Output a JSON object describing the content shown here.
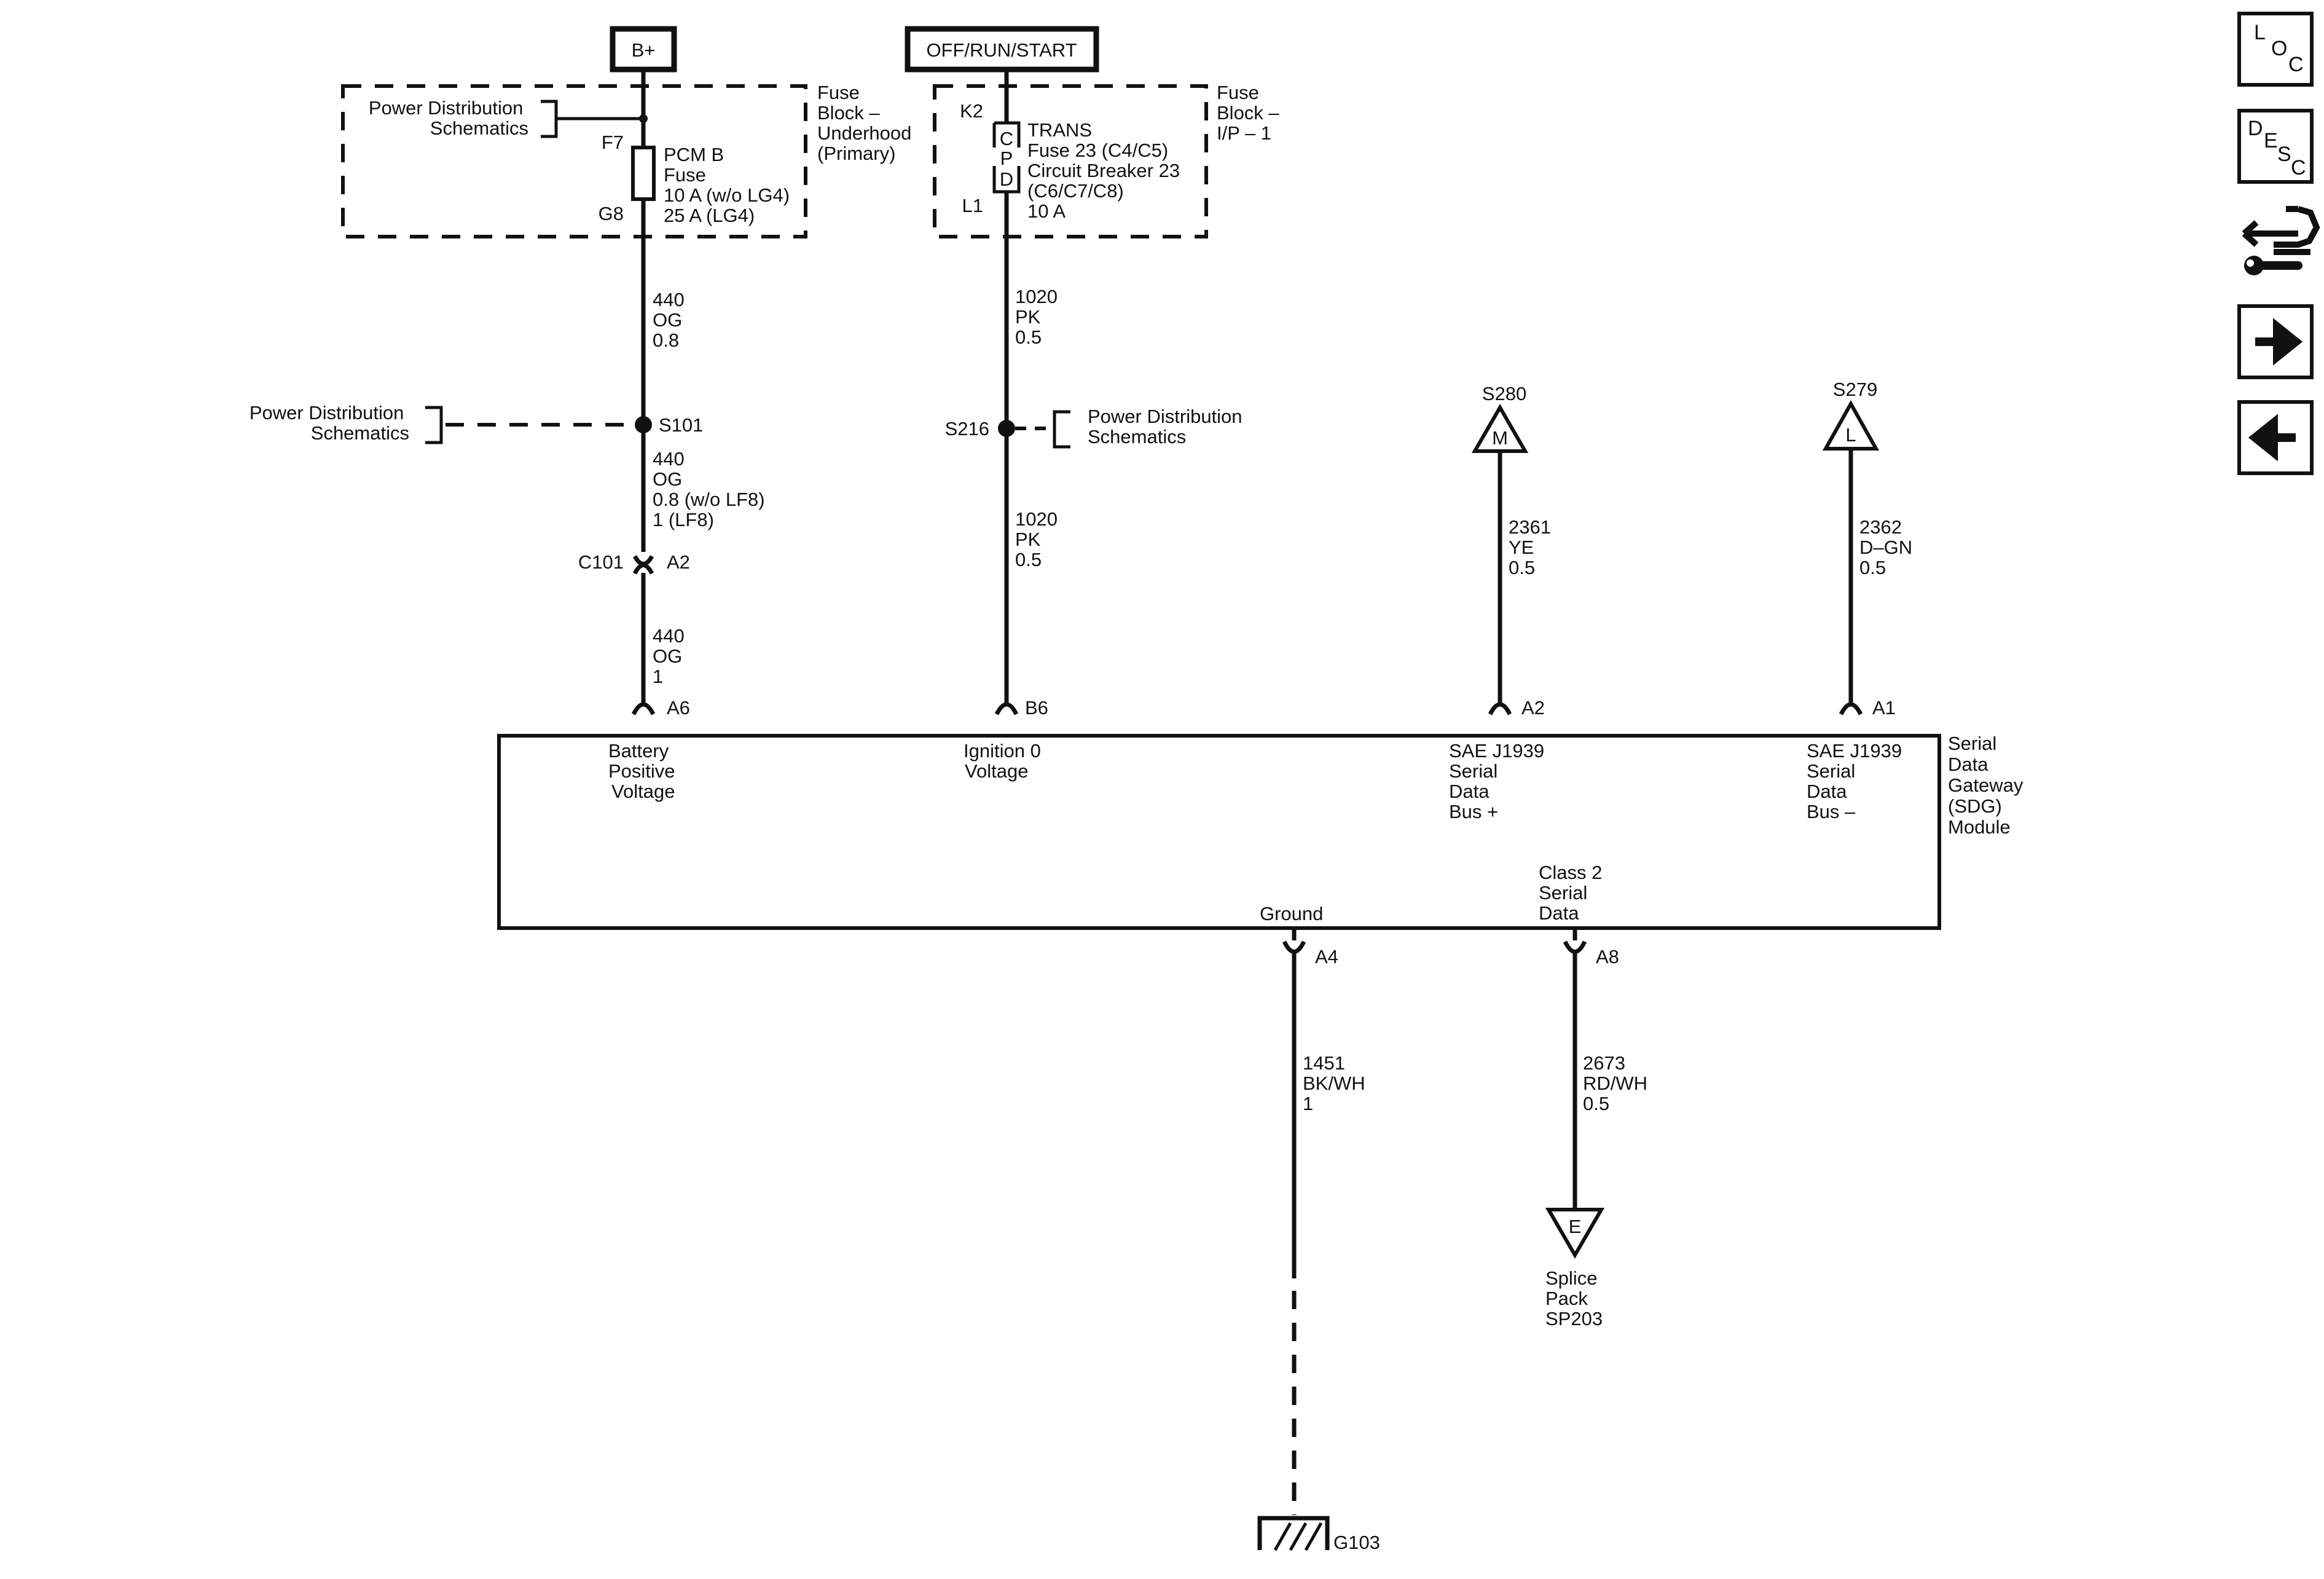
{
  "power_sources": {
    "battery": "B+",
    "ignition": "OFF/RUN/START"
  },
  "fuse_block_underhood": {
    "name_lines": [
      "Fuse",
      "Block –",
      "Underhood",
      "(Primary)"
    ],
    "ref_lines": [
      "Power Distribution",
      "Schematics"
    ],
    "fuse_id": "F7",
    "fuse_cavity": "G8",
    "fuse_lines": [
      "PCM B",
      "Fuse",
      "10 A (w/o LG4)",
      "25 A (LG4)"
    ]
  },
  "fuse_block_ip": {
    "name_lines": [
      "Fuse",
      "Block –",
      "I/P – 1"
    ],
    "top_cavity": "K2",
    "bottom_cavity": "L1",
    "cpd_letters": [
      "C",
      "P",
      "D"
    ],
    "device_lines": [
      "TRANS",
      "Fuse 23 (C4/C5)",
      "Circuit Breaker 23",
      "(C6/C7/C8)",
      "10 A"
    ]
  },
  "wires": {
    "w440_top": [
      "440",
      "OG",
      "0.8"
    ],
    "w440_mid": [
      "440",
      "OG",
      "0.8 (w/o LF8)",
      "1 (LF8)"
    ],
    "w440_bot": [
      "440",
      "OG",
      "1"
    ],
    "w1020_top": [
      "1020",
      "PK",
      "0.5"
    ],
    "w1020_bot": [
      "1020",
      "PK",
      "0.5"
    ],
    "w2361": [
      "2361",
      "YE",
      "0.5"
    ],
    "w2362": [
      "2362",
      "D–GN",
      "0.5"
    ],
    "w1451": [
      "1451",
      "BK/WH",
      "1"
    ],
    "w2673": [
      "2673",
      "RD/WH",
      "0.5"
    ]
  },
  "splices": {
    "s101": "S101",
    "s101_ref": [
      "Power Distribution",
      "Schematics"
    ],
    "s216": "S216",
    "s216_ref": [
      "Power Distribution",
      "Schematics"
    ],
    "s280": {
      "name": "S280",
      "letter": "M"
    },
    "s279": {
      "name": "S279",
      "letter": "L"
    }
  },
  "inline_connector": {
    "name": "C101",
    "pin": "A2"
  },
  "module": {
    "name_lines": [
      "Serial",
      "Data",
      "Gateway",
      "(SDG)",
      "Module"
    ],
    "pins": {
      "a6": {
        "pin": "A6",
        "label": [
          "Battery",
          "Positive",
          "Voltage"
        ]
      },
      "b6": {
        "pin": "B6",
        "label": [
          "Ignition 0",
          "Voltage"
        ]
      },
      "a2": {
        "pin": "A2",
        "label": [
          "SAE J1939",
          "Serial",
          "Data",
          "Bus +"
        ]
      },
      "a1": {
        "pin": "A1",
        "label": [
          "SAE J1939",
          "Serial",
          "Data",
          "Bus –"
        ]
      },
      "a4": {
        "pin": "A4",
        "label": [
          "Ground"
        ]
      },
      "a8": {
        "pin": "A8",
        "label": [
          "Class 2",
          "Serial",
          "Data"
        ]
      }
    }
  },
  "splice_pack": {
    "letter": "E",
    "label": [
      "Splice",
      "Pack",
      "SP203"
    ]
  },
  "ground": {
    "name": "G103"
  },
  "toolbar": {
    "loc": [
      "L",
      "O",
      "C"
    ],
    "desc": [
      "D",
      "E",
      "S",
      "C"
    ],
    "icons": [
      "connector-wrench-icon",
      "arrow-right-icon",
      "arrow-left-icon"
    ]
  }
}
